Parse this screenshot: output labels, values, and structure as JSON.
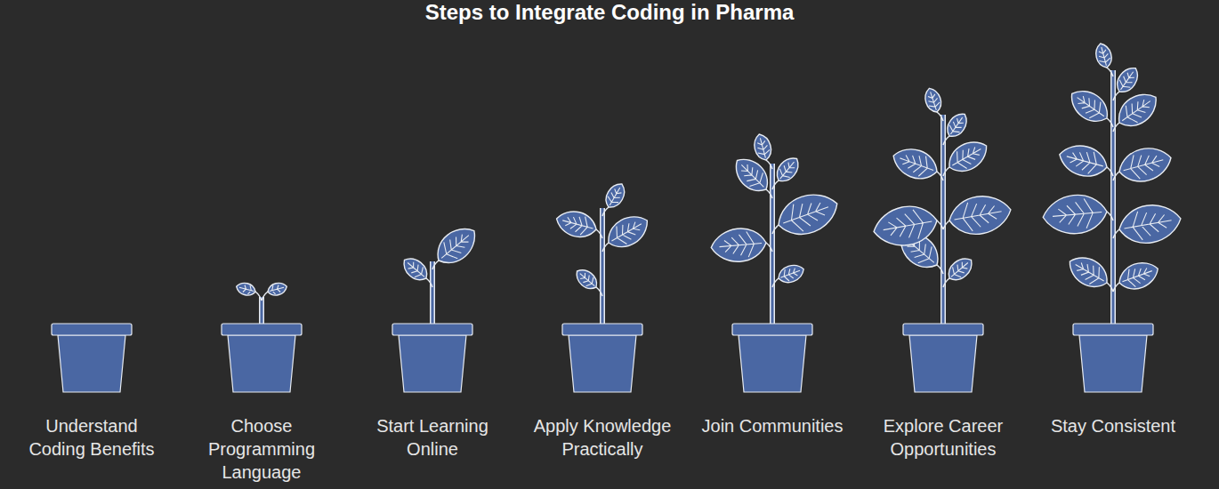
{
  "diagram": {
    "title": "Steps to Integrate Coding in Pharma",
    "labels": [
      "Understand Coding Benefits",
      "Choose Programming Language",
      "Start Learning Online",
      "Apply Knowledge Practically",
      "Join Communities",
      "Explore Career Opportunities",
      "Stay Consistent"
    ]
  }
}
